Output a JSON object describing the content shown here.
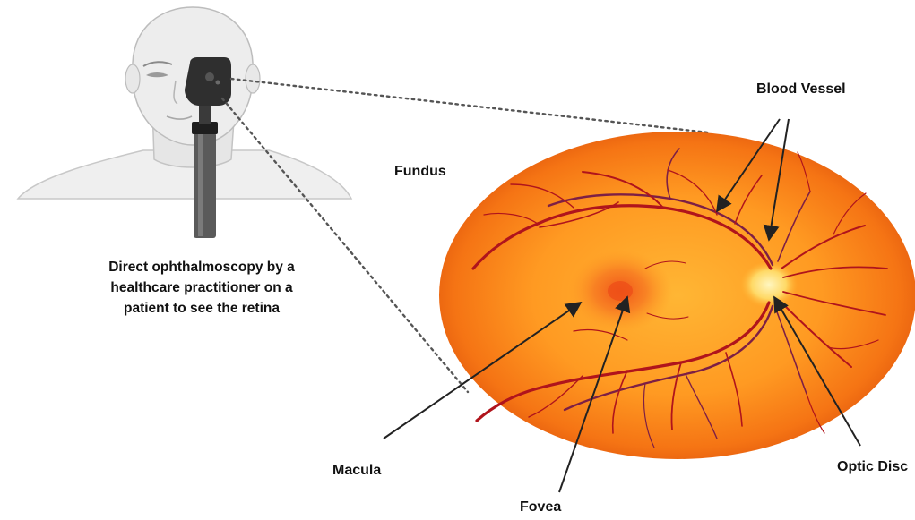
{
  "caption": {
    "line1": "Direct ophthalmoscopy by a",
    "line2": "healthcare practitioner on a",
    "line3": "patient to see the retina"
  },
  "labels": {
    "fundus": "Fundus",
    "blood_vessel": "Blood Vessel",
    "macula": "Macula",
    "fovea": "Fovea",
    "optic_disc": "Optic Disc"
  },
  "colors": {
    "fundus_center": "#ffad2e",
    "fundus_edge": "#ea5a0c",
    "vessel": "#b0141c",
    "vessel_dark": "#7d1f45",
    "optic_disc": "#fff0a0",
    "macula": "#f47a20",
    "pointer": "#222222",
    "skin": "#ebebeb",
    "skin_line": "#bdbdbd",
    "instrument": "#3c3c3c"
  }
}
